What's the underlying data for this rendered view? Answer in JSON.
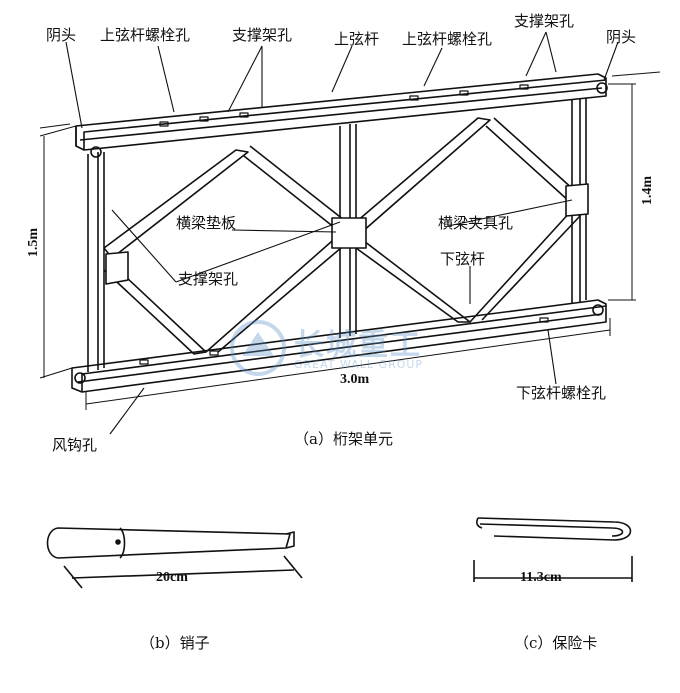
{
  "labels": {
    "female_left": "阴头",
    "upper_chord_bolt_left": "上弦杆螺栓孔",
    "brace_hole_top_left": "支撑架孔",
    "upper_chord": "上弦杆",
    "upper_chord_bolt_right": "上弦杆螺栓孔",
    "brace_hole_top_right": "支撑架孔",
    "female_right": "阴头",
    "transom_pad": "横梁垫板",
    "transom_clamp_hole": "横梁夹具孔",
    "brace_hole_mid": "支撑架孔",
    "lower_chord": "下弦杆",
    "lower_chord_bolt": "下弦杆螺栓孔",
    "wind_hook_hole": "风钩孔"
  },
  "dimensions": {
    "height_left": "1.5m",
    "height_right": "1.4m",
    "length": "3.0m",
    "pin_length": "20cm",
    "clip_length": "11.3cm"
  },
  "captions": {
    "a": "（a）桁架单元",
    "b": "（b）销子",
    "c": "（c）保险卡"
  },
  "watermark": {
    "title": "长城重工",
    "subtitle": "GREAT WALL GROUP"
  }
}
